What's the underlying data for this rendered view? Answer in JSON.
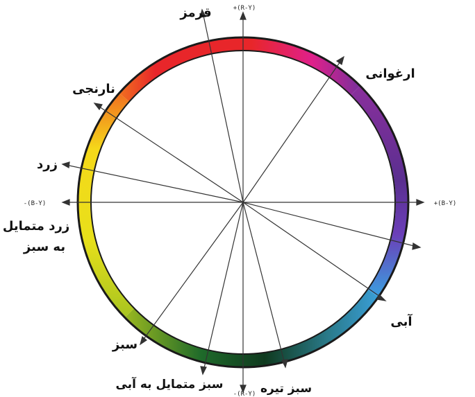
{
  "colors": {
    "ring_stroke": "#1a1a1a",
    "spoke": "#333333",
    "red": "#e8262a",
    "magenta": "#e0208a",
    "purple": "#6b2f9c",
    "blue_violet": "#5b3fb0",
    "blue": "#3a8fd8",
    "green": "#1f7a3a",
    "dark_green": "#0f3a1f",
    "yellow_green": "#b8d020",
    "yellow": "#f5e21a",
    "orange": "#f07020"
  },
  "labels": {
    "red": "قرمز",
    "purple": "ارغوانی",
    "orange": "نارنجی",
    "yellow": "زرد",
    "yellow_green_1": "زرد متمایل",
    "yellow_green_2": "به سبز",
    "blue": "آبی",
    "green": "سبز",
    "cyan_green": "سبز متمایل به آبی",
    "dark_green": "سبز تیره"
  },
  "axes": {
    "top": "+(R-Y)",
    "bottom": "-(R-Y)",
    "left": "-(B-Y)",
    "right": "+(B-Y)"
  }
}
